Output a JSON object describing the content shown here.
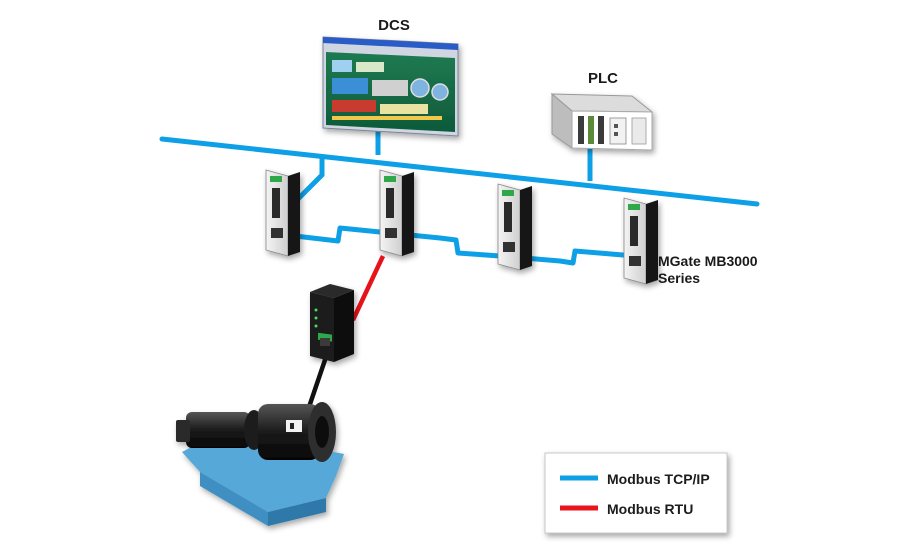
{
  "labels": {
    "dcs": "DCS",
    "plc": "PLC",
    "gateway_line1": "MGate MB3000",
    "gateway_line2": "Series"
  },
  "legend": {
    "items": [
      {
        "label": "Modbus TCP/IP",
        "color": "#0ea0e6"
      },
      {
        "label": "Modbus RTU",
        "color": "#e8121a"
      }
    ]
  },
  "colors": {
    "tcp": "#0ea0e6",
    "rtu": "#e8121a",
    "serial_cable": "#111111",
    "machine_base": "#56a8d8"
  },
  "icons": {
    "dcs": "monitor-screen-icon",
    "plc": "plc-rack-icon",
    "gateway": "gateway-device-icon",
    "motor": "motor-machine-icon"
  }
}
